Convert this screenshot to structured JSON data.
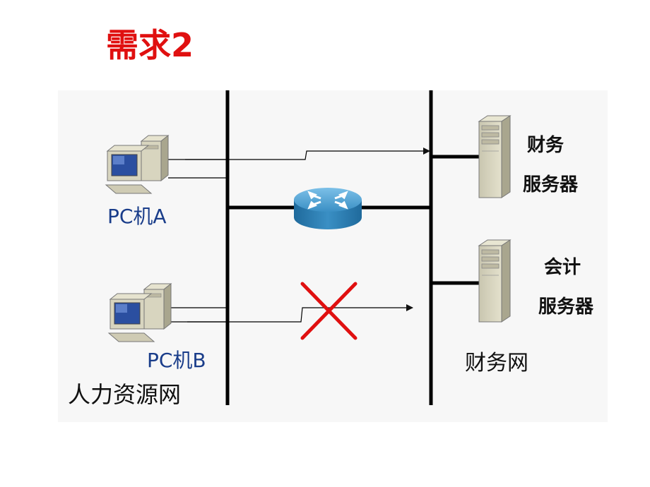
{
  "title": "需求2",
  "labels": {
    "pc_a": "PC机A",
    "pc_b": "PC机B",
    "hr_network": "人力资源网",
    "finance_network": "财务网",
    "finance_server_line1": "财务",
    "finance_server_line2": "服务器",
    "accounting_server_line1": "会计",
    "accounting_server_line2": "服务器"
  },
  "colors": {
    "title": "#e01010",
    "blocked_mark": "#e01010",
    "router": "#3a8fc4",
    "pc_label": "#1a3d8a"
  },
  "icons": {
    "router": "router-icon",
    "server": "server-icon",
    "pc": "pc-icon",
    "blocked": "x-mark-icon"
  }
}
